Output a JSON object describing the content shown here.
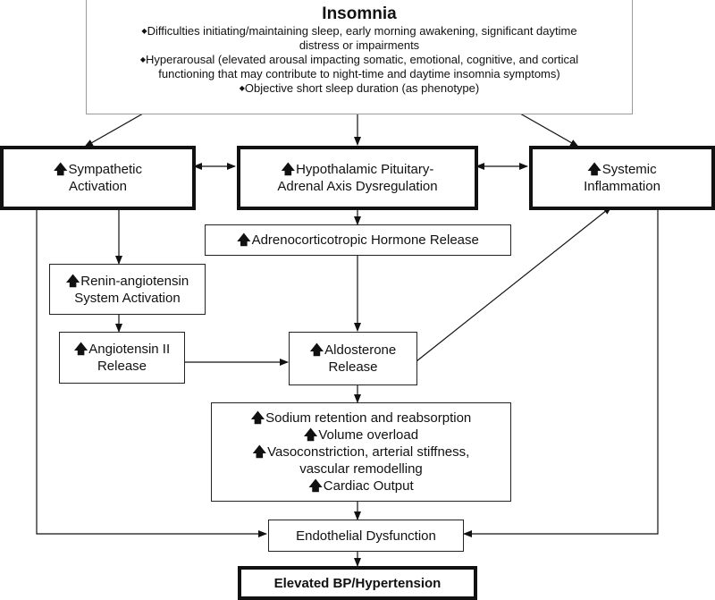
{
  "insomnia": {
    "title": "Insomnia",
    "bullet": "◆",
    "items": [
      "Difficulties initiating/maintaining sleep, early morning awakening, significant daytime",
      "distress or impairments",
      "Hyperarousal (elevated arousal impacting somatic, emotional, cognitive, and cortical",
      "functioning that may contribute to night-time and daytime insomnia symptoms)",
      "Objective short sleep duration (as phenotype)"
    ]
  },
  "up_arrow": "🡅",
  "nodes": {
    "sympathetic": [
      "Sympathetic",
      "Activation"
    ],
    "hpa": [
      "Hypothalamic Pituitary-",
      "Adrenal Axis Dysregulation"
    ],
    "inflammation": [
      "Systemic",
      "Inflammation"
    ],
    "acth": "Adrenocorticotropic Hormone Release",
    "renin": [
      "Renin-angiotensin",
      "System Activation"
    ],
    "angiotensin": [
      "Angiotensin II",
      "Release"
    ],
    "aldosterone": [
      "Aldosterone",
      "Release"
    ],
    "effects": [
      "Sodium retention and reabsorption",
      "Volume overload",
      "Vasoconstriction, arterial stiffness,",
      "vascular remodelling",
      "Cardiac Output"
    ],
    "endothelial": "Endothelial Dysfunction",
    "hypertension": "Elevated BP/Hypertension"
  }
}
